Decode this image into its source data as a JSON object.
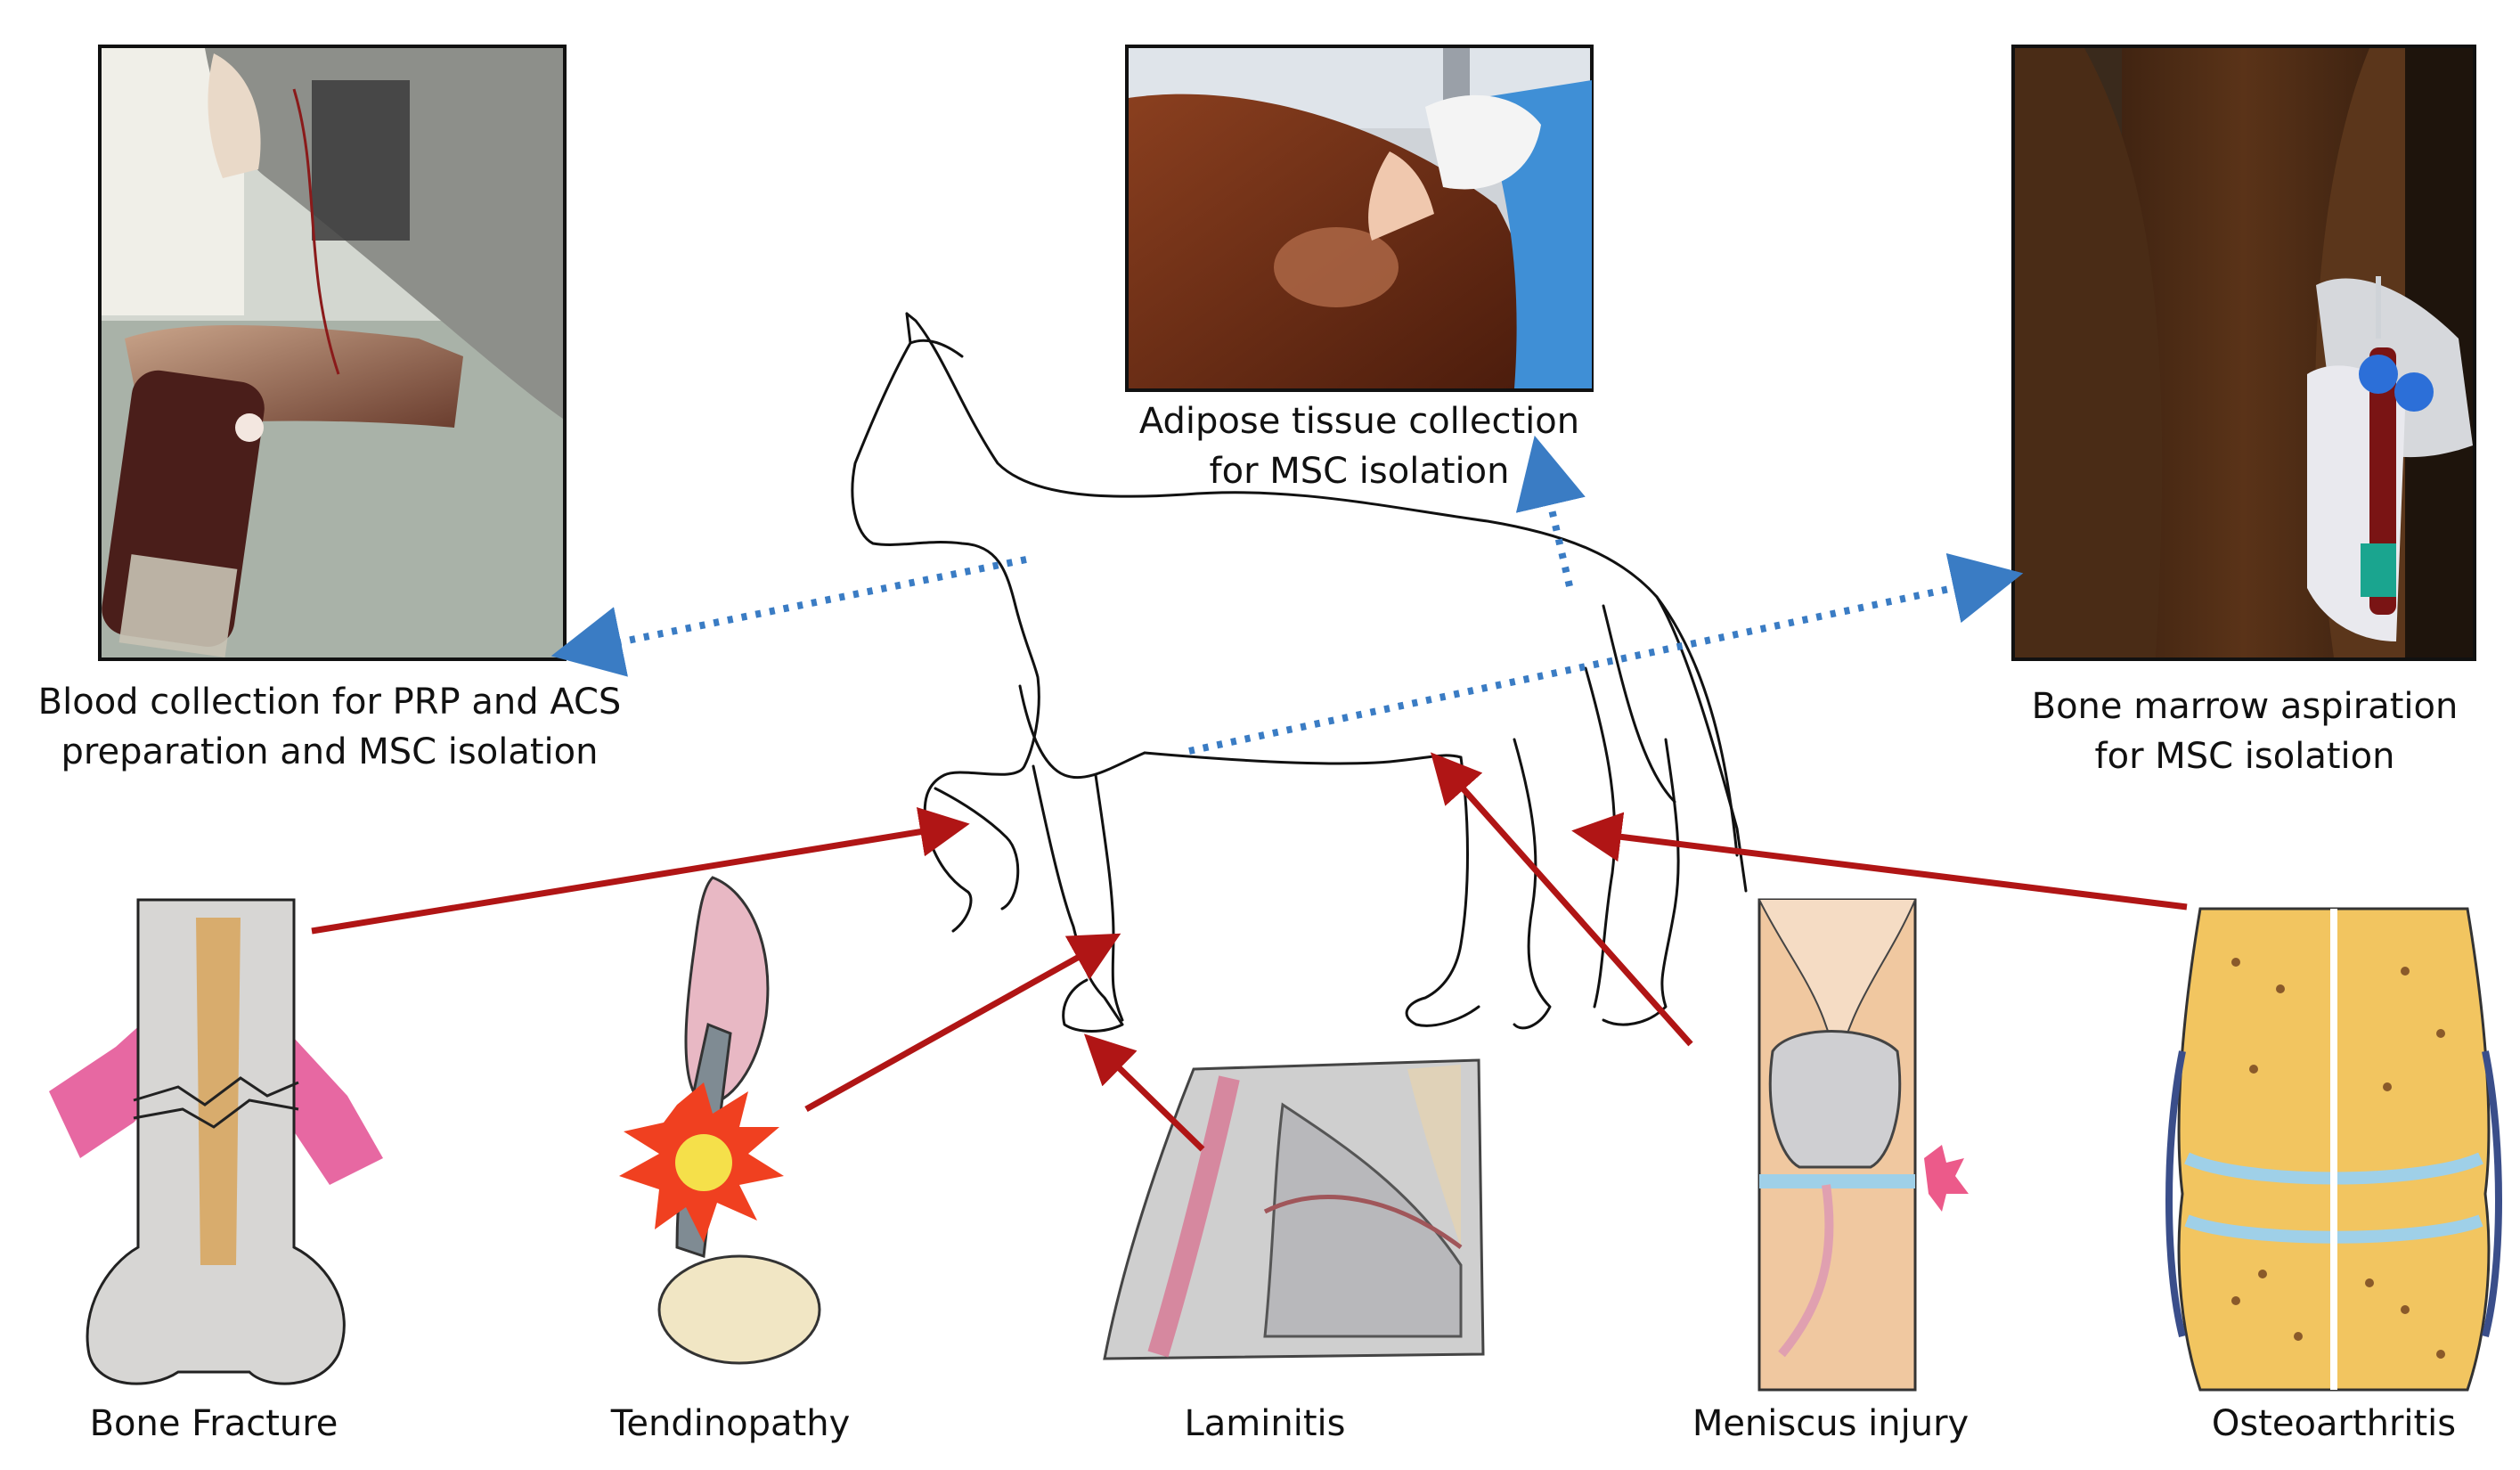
{
  "captions": {
    "blood": {
      "line1": "Blood collection for PRP and ACS",
      "line2": "preparation and MSC isolation"
    },
    "adipose": {
      "line1": "Adipose tissue collection",
      "line2": "for MSC isolation"
    },
    "bone_marrow": {
      "line1": "Bone marrow aspiration",
      "line2": "for MSC isolation"
    }
  },
  "conditions": {
    "bone_fracture": "Bone Fracture",
    "tendinopathy": "Tendinopathy",
    "laminitis": "Laminitis",
    "meniscus_injury": "Meniscus injury",
    "osteoarthritis": "Osteoarthritis"
  },
  "colors": {
    "collection_arrow": "#3a7cc4",
    "condition_arrow": "#b01515",
    "outline": "#111111"
  },
  "icons": {
    "blood": "blood-collection-photo",
    "adipose": "adipose-collection-photo",
    "marrow": "bone-marrow-aspiration-photo",
    "horse": "horse-outline-icon"
  }
}
